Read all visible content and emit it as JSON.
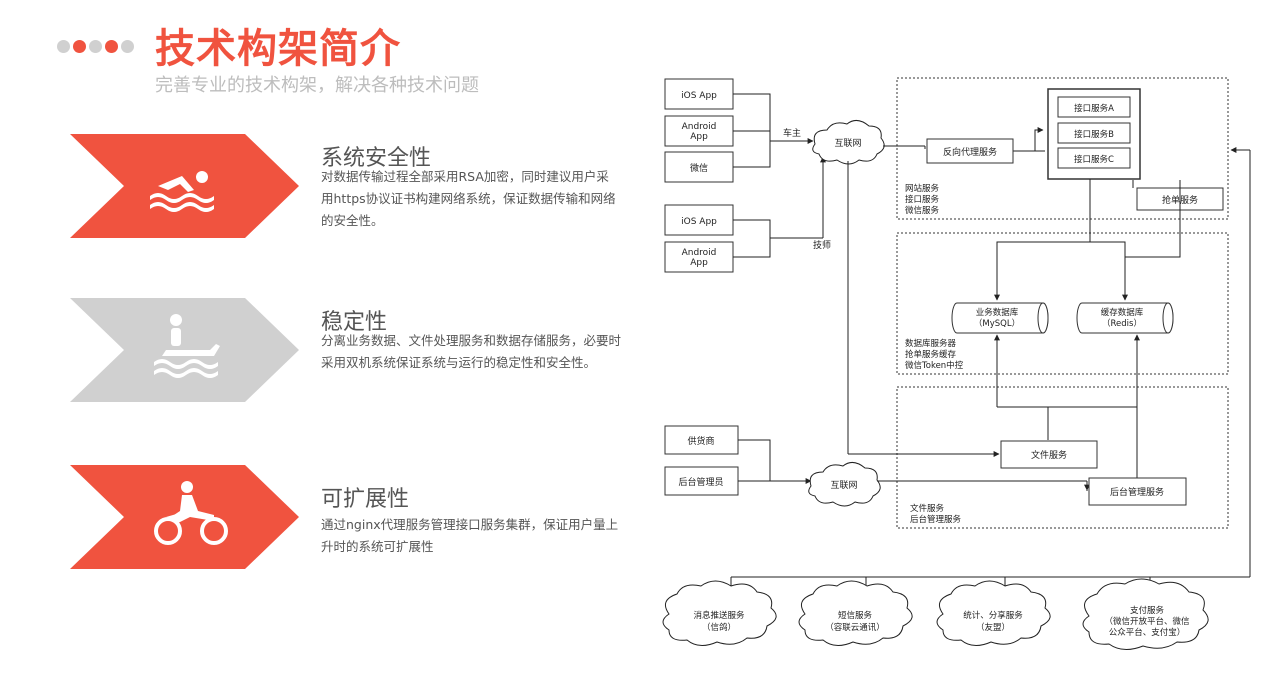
{
  "header": {
    "title": "技术构架简介",
    "subtitle": "完善专业的技术构架，解决各种技术问题",
    "dot_colors": [
      "#d0d0d0",
      "#f0533f",
      "#d0d0d0",
      "#f0533f",
      "#d0d0d0"
    ]
  },
  "features": [
    {
      "title": "系统安全性",
      "desc": "对数据传输过程全部采用RSA加密，同时建议用户采用https协议证书构建网络系统，保证数据传输和网络的安全性。",
      "icon": "swimmer-icon",
      "color": "#f0533f"
    },
    {
      "title": "稳定性",
      "desc": "分离业务数据、文件处理服务和数据存储服务，必要时采用双机系统保证系统与运行的稳定性和安全性。",
      "icon": "jet-ski-icon",
      "color": "#d0d0d0"
    },
    {
      "title": "可扩展性",
      "desc": "通过nginx代理服务管理接口服务集群，保证用户量上升时的系统可扩展性",
      "icon": "motorcycle-icon",
      "color": "#f0533f"
    }
  ],
  "diagram": {
    "clients_top": [
      "iOS App",
      "Android App",
      "微信"
    ],
    "clients_mid": [
      "iOS App",
      "Android App"
    ],
    "clients_bottom": [
      "供货商",
      "后台管理员"
    ],
    "edge_labels": {
      "car_owner": "车主",
      "technician": "技师"
    },
    "internet": "互联网",
    "reverse_proxy": "反向代理服务",
    "api_services": [
      "接口服务A",
      "接口服务B",
      "接口服务C"
    ],
    "order_grab": "抢单服务",
    "web_zone_label": [
      "网站服务",
      "接口服务",
      "微信服务"
    ],
    "db_business": [
      "业务数据库",
      "（MySQL）"
    ],
    "db_cache": [
      "缓存数据库",
      "（Redis）"
    ],
    "db_zone_label": [
      "数据库服务器",
      "抢单服务缓存",
      "微信Token中控"
    ],
    "file_service": "文件服务",
    "admin_service": "后台管理服务",
    "file_zone_label": [
      "文件服务",
      "后台管理服务"
    ],
    "external_services": [
      [
        "消息推送服务",
        "（信鸽）"
      ],
      [
        "短信服务",
        "（容联云通讯）"
      ],
      [
        "统计、分享服务",
        "（友盟）"
      ],
      [
        "支付服务",
        "（微信开放平台、微信",
        "公众平台、支付宝）"
      ]
    ]
  }
}
